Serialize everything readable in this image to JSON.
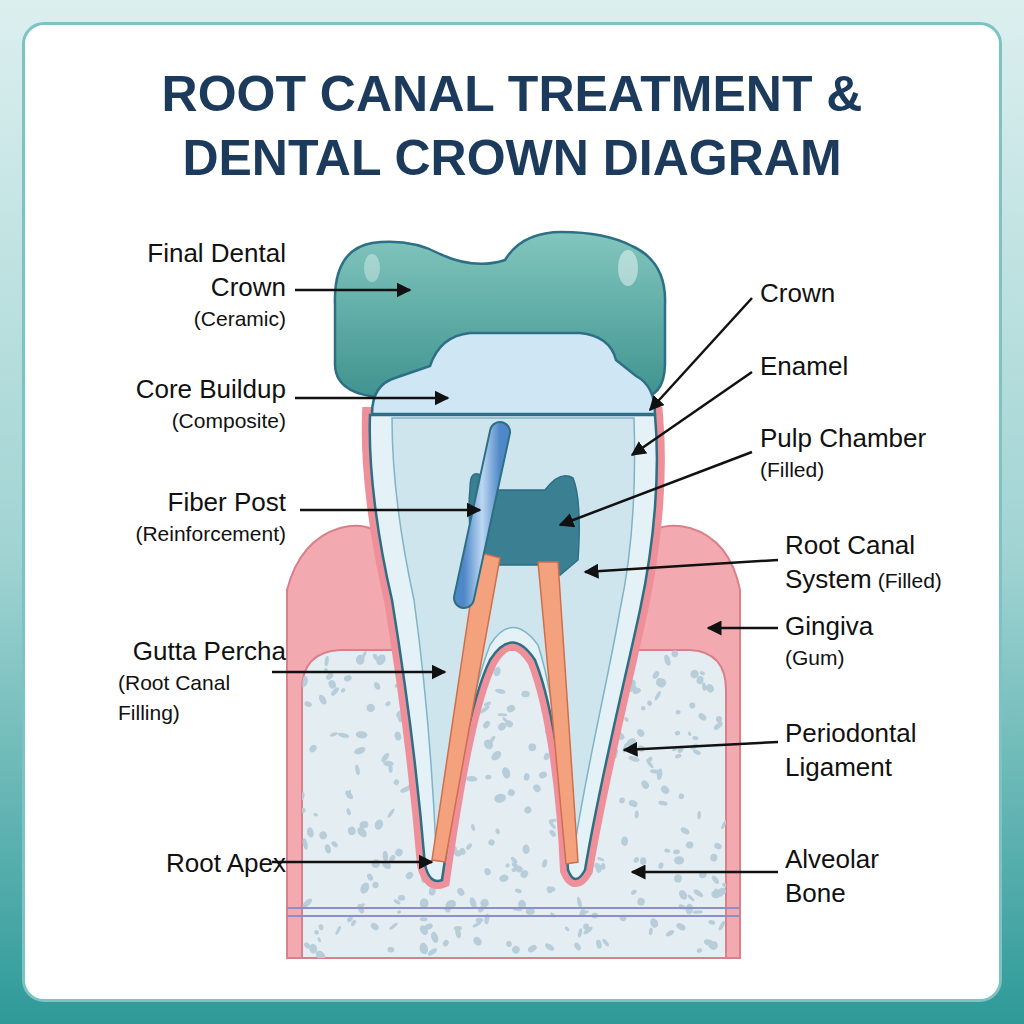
{
  "diagram": {
    "title": "ROOT CANAL TREATMENT & DENTAL CROWN DIAGRAM",
    "labels": [
      "Final Dental Crown",
      "(Ceramic)",
      "Core Buildup",
      "(Composite)",
      "Fiber Post",
      "(Reinforcement)",
      "Gutta Percha",
      "(Root Canal Filling)",
      "Root Apex",
      "Crown",
      "Enamel",
      "Pulp Chamber",
      "(Filled)",
      "Root Canal System",
      "(Filled)",
      "Gingiva",
      "(Gum)",
      "Periodontal Ligament",
      "Alveolar Bone"
    ]
  }
}
